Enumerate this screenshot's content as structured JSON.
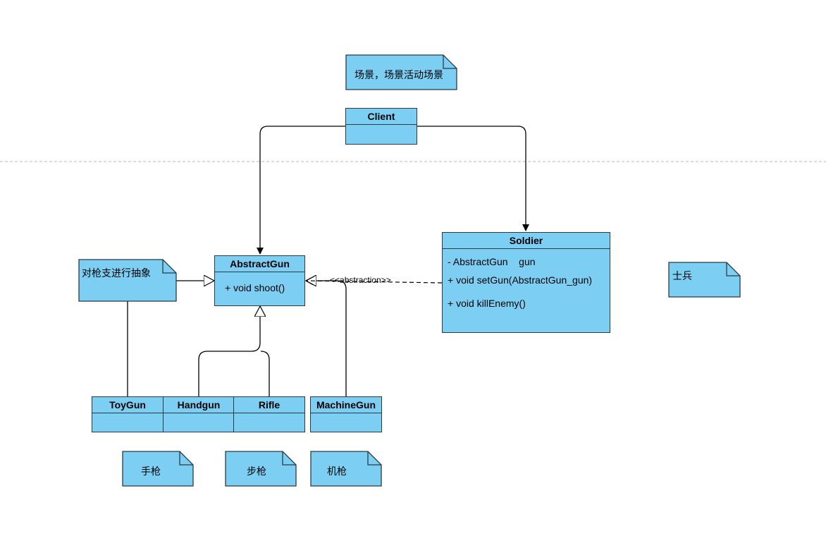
{
  "colors": {
    "fill": "#7ccef3",
    "stroke": "#2b3a45",
    "separator": "#c8c8c8"
  },
  "notes": {
    "scene": "场景，场景活动场景",
    "gun_abstraction": "对枪支进行抽象",
    "soldier": "士兵",
    "handgun": "手枪",
    "rifle": "步枪",
    "machinegun": "机枪"
  },
  "classes": {
    "client": {
      "name": "Client"
    },
    "abstract_gun": {
      "name": "AbstractGun",
      "members": [
        "+ void shoot()"
      ]
    },
    "soldier": {
      "name": "Soldier",
      "members": [
        "- AbstractGun    gun",
        "+ void setGun(AbstractGun_gun)",
        "+ void killEnemy()"
      ]
    },
    "toygun": {
      "name": "ToyGun"
    },
    "handgun": {
      "name": "Handgun"
    },
    "rifle": {
      "name": "Rifle"
    },
    "machinegun": {
      "name": "MachineGun"
    }
  },
  "relations": {
    "dependency_label": "<<abstraction>>"
  }
}
